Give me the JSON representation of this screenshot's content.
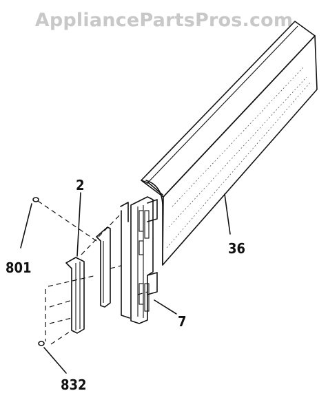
{
  "watermark": "AppliancePartsPros.com",
  "callouts": {
    "part_2": "2",
    "part_801": "801",
    "part_36": "36",
    "part_7": "7",
    "part_832": "832"
  }
}
